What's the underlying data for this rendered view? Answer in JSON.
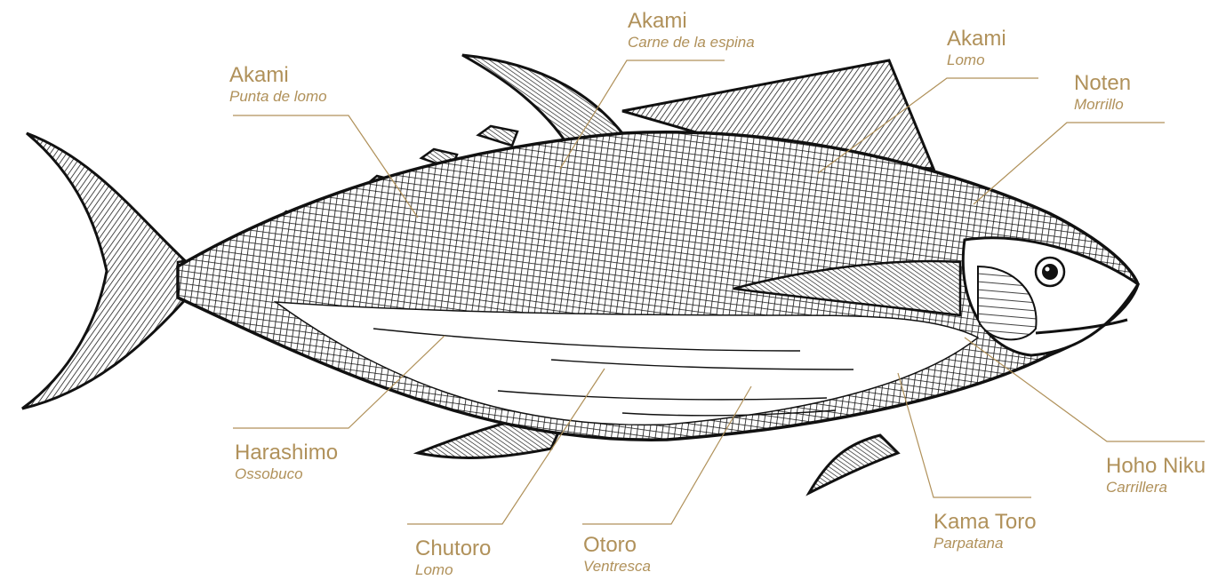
{
  "colors": {
    "accent": "#b0915a",
    "ink": "#111111",
    "background": "#ffffff"
  },
  "labels": {
    "akami_carne": {
      "name": "Akami",
      "sub": "Carne de la espina"
    },
    "akami_lomo": {
      "name": "Akami",
      "sub": "Lomo"
    },
    "noten": {
      "name": "Noten",
      "sub": "Morrillo"
    },
    "akami_punta": {
      "name": "Akami",
      "sub": "Punta de lomo"
    },
    "harashimo": {
      "name": "Harashimo",
      "sub": "Ossobuco"
    },
    "chutoro": {
      "name": "Chutoro",
      "sub": "Lomo"
    },
    "otoro": {
      "name": "Otoro",
      "sub": "Ventresca"
    },
    "kama_toro": {
      "name": "Kama Toro",
      "sub": "Parpatana"
    },
    "hoho_niku": {
      "name": "Hoho Niku",
      "sub": "Carrillera"
    }
  }
}
